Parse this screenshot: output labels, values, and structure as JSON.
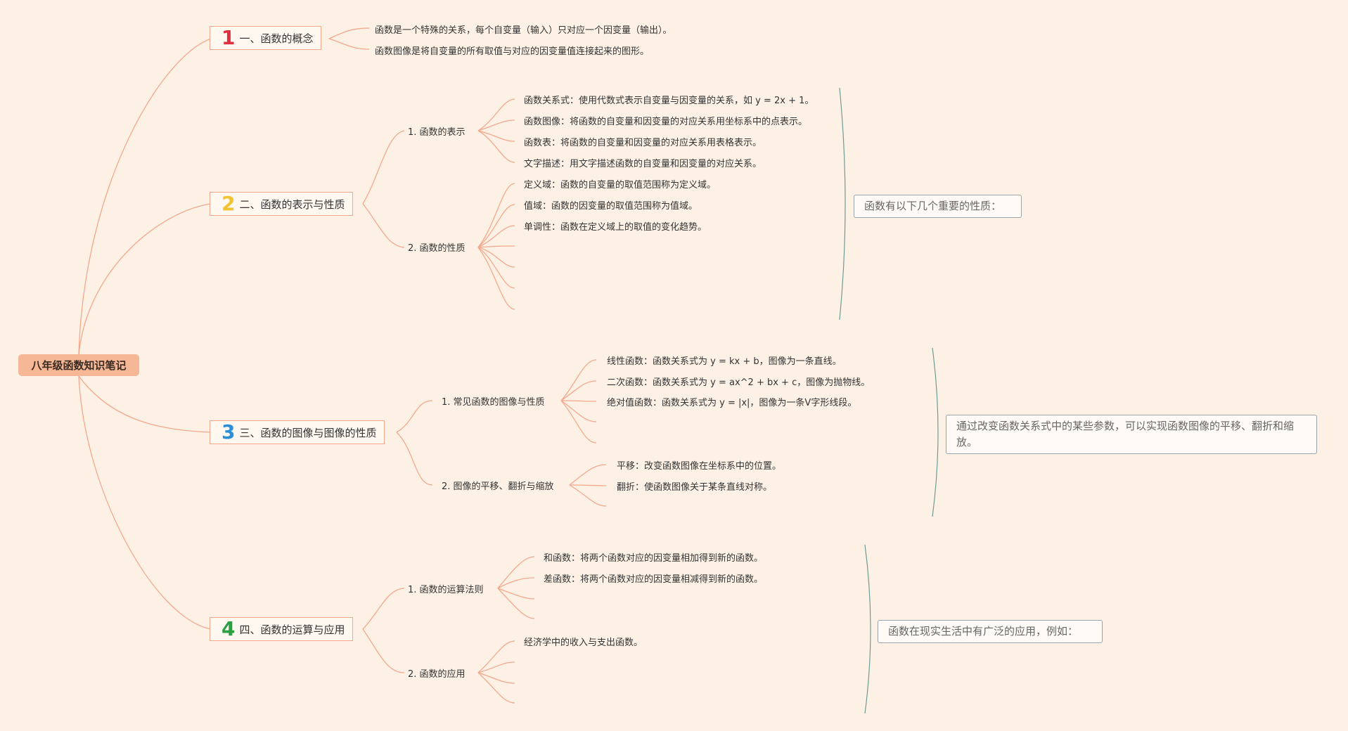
{
  "root": "八年级函数知识笔记",
  "topics": [
    {
      "num": "1",
      "color": "#e03040",
      "label": "一、函数的概念"
    },
    {
      "num": "2",
      "color": "#f2c230",
      "label": "二、函数的表示与性质"
    },
    {
      "num": "3",
      "color": "#2a8fd8",
      "label": "三、函数的图像与图像的性质"
    },
    {
      "num": "4",
      "color": "#2aa040",
      "label": "四、函数的运算与应用"
    }
  ],
  "topic1_leaves": [
    "函数是一个特殊的关系，每个自变量（输入）只对应一个因变量（输出）。",
    "函数图像是将自变量的所有取值与对应的因变量值连接起来的图形。"
  ],
  "subs": [
    "1. 函数的表示",
    "2. 函数的性质",
    "1. 常见函数的图像与性质",
    "2. 图像的平移、翻折与缩放",
    "1. 函数的运算法则",
    "2. 函数的应用"
  ],
  "leaves": {
    "t2s1": [
      "函数关系式：使用代数式表示自变量与因变量的关系，如 y = 2x + 1。",
      "函数图像：将函数的自变量和因变量的对应关系用坐标系中的点表示。",
      "函数表：将函数的自变量和因变量的对应关系用表格表示。",
      "文字描述：用文字描述函数的自变量和因变量的对应关系。"
    ],
    "t2s2": [
      "定义域：函数的自变量的取值范围称为定义域。",
      "值域：函数的因变量的取值范围称为值域。",
      "单调性：函数在定义域上的取值的变化趋势。"
    ],
    "t3s1": [
      "线性函数：函数关系式为 y = kx + b，图像为一条直线。",
      "二次函数：函数关系式为 y = ax^2 + bx + c，图像为抛物线。",
      "绝对值函数：函数关系式为 y = |x|，图像为一条V字形线段。"
    ],
    "t3s2": [
      "平移：改变函数图像在坐标系中的位置。",
      "翻折：使函数图像关于某条直线对称。"
    ],
    "t4s1": [
      "和函数：将两个函数对应的因变量相加得到新的函数。",
      "差函数：将两个函数对应的因变量相减得到新的函数。"
    ],
    "t4s2": [
      "经济学中的收入与支出函数。"
    ]
  },
  "notes": [
    "函数有以下几个重要的性质：",
    "通过改变函数关系式中的某些参数，可以实现函数图像的平移、翻折和缩放。",
    "函数在现实生活中有广泛的应用，例如："
  ],
  "colors": {
    "background": "#fdf1e6",
    "connector": "#f3a88c",
    "bracket": "#6f9a93",
    "root_fill": "#f6b796"
  }
}
